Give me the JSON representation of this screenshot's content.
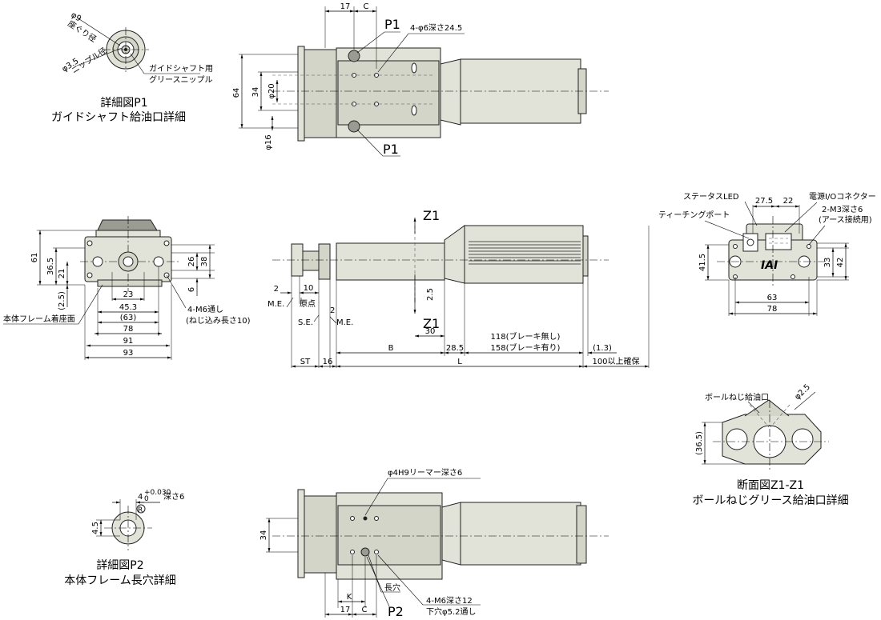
{
  "detail_p1": {
    "title": "詳細図P1",
    "subtitle": "ガイドシャフト給油口詳細",
    "phi9": "φ9",
    "counterbore": "座ぐり径",
    "phi35": "φ3.5",
    "nipple_dia": "ニップル径",
    "guide_for": "ガイドシャフト用",
    "grease_nipple": "グリースニップル"
  },
  "detail_p2": {
    "title": "詳細図P2",
    "subtitle": "本体フレーム長穴詳細",
    "tol": "4",
    "tol_upper": "+0.030",
    "tol_lower": "0",
    "depth": "深さ6",
    "height": "4.5",
    "r_label": "R"
  },
  "top_view": {
    "dim_17": "17",
    "dim_c": "C",
    "p1_label": "P1",
    "p1_label_b": "P1",
    "holes": "4-φ6深さ24.5",
    "dim_64": "64",
    "dim_34": "34",
    "dim_phi20": "φ20",
    "dim_phi16": "φ16"
  },
  "front_view": {
    "dim_61": "61",
    "dim_36_5": "36.5",
    "dim_21": "21",
    "dim_2_5": "(2.5)",
    "dim_23": "23",
    "dim_45_3": "45.3",
    "dim_63p": "(63)",
    "dim_78": "78",
    "dim_91": "91",
    "dim_93": "93",
    "dim_26": "26",
    "dim_38": "38",
    "dim_6": "6",
    "mount_face": "本体フレーム着座面",
    "m6_thru": "4-M6通し",
    "screw_len": "(ねじ込み長さ10)"
  },
  "side_view": {
    "z1_top": "Z1",
    "z1_bottom": "Z1",
    "dim_2": "2",
    "dim_10": "10",
    "me_left": "M.E.",
    "origin": "原点",
    "dim_2b": "2",
    "se": "S.E.",
    "me_right": "M.E.",
    "dim_2_5": "2.5",
    "dim_30": "30",
    "dim_b": "B",
    "dim_28_5": "28.5",
    "no_brake": "118(ブレーキ無し)",
    "with_brake": "158(ブレーキ有り)",
    "dim_1_3": "(1.3)",
    "dim_st": "ST",
    "dim_16": "16",
    "dim_l": "L",
    "clearance": "100以上確保"
  },
  "right_view": {
    "status_led": "ステータスLED",
    "dim_27_5": "27.5",
    "dim_22": "22",
    "power_io": "電源I/Oコネクター",
    "teaching_port": "ティーチングポート",
    "m3_depth": "2-M3深さ6",
    "earth": "(アース接続用)",
    "dim_41_5": "41.5",
    "dim_33": "33",
    "dim_42": "42",
    "dim_63": "63",
    "dim_78": "78",
    "brand": "IAI"
  },
  "section_z1": {
    "ball_screw_port": "ボールねじ給油口",
    "phi2_5": "φ2.5",
    "dim_36_5": "(36.5)",
    "title": "断面図Z1-Z1",
    "subtitle": "ボールねじグリース給油口詳細"
  },
  "bottom_view": {
    "reamer": "φ4H9リーマー深さ6",
    "dim_34": "34",
    "slot": "長穴",
    "m6_depth": "4-M6深さ12",
    "pilot": "下穴φ5.2通し",
    "dim_k": "K",
    "dim_17": "17",
    "dim_c": "C",
    "p2_label": "P2"
  }
}
